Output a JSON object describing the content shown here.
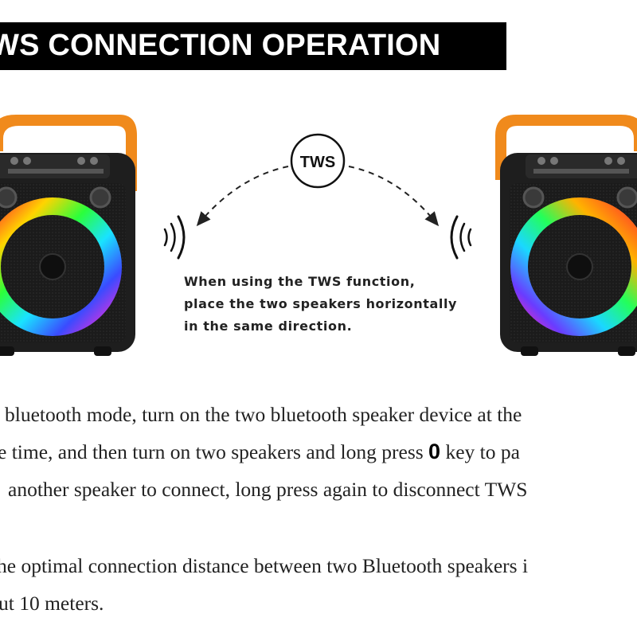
{
  "header": {
    "title": "WS CONNECTION OPERATION"
  },
  "diagram": {
    "tws_label": "TWS",
    "caption_lines": [
      "When using the TWS function,",
      "place the two speakers horizontally",
      "in the same direction."
    ]
  },
  "instructions": {
    "para1": {
      "line1": "bluetooth mode, turn on the two bluetooth speaker device at the",
      "line2_before": "e time, and then turn on two speakers and long press ",
      "key": "0",
      "line2_after": " key to pa",
      "line3": "another speaker to connect, long press again to disconnect TWS"
    },
    "para2": {
      "line1": "he optimal connection distance between two Bluetooth speakers i",
      "line2": "ut 10 meters."
    }
  },
  "colors": {
    "handle": "#f08a1c",
    "speaker_body": "#1e1e1e",
    "title_bg": "#000000"
  }
}
